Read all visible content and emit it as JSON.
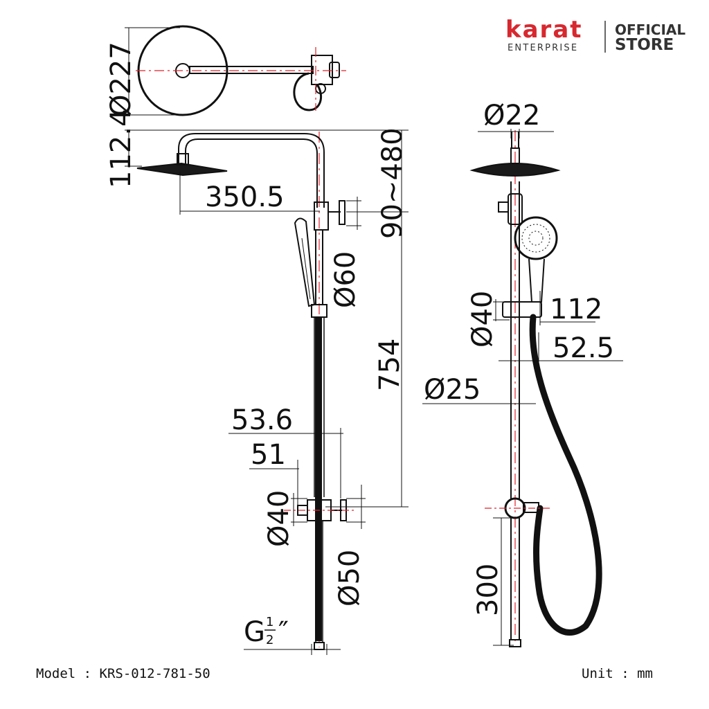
{
  "brand": {
    "name": "karat",
    "subtitle": "ENTERPRISE",
    "badge_line1": "OFFICIAL",
    "badge_line2": "STORE",
    "color": "#d7282f"
  },
  "footer": {
    "model": "Model : KRS-012-781-50",
    "unit": "Unit : mm"
  },
  "colors": {
    "line": "#111111",
    "centerline": "#e0202a"
  },
  "dimensions": {
    "head_diameter": "Ø227",
    "head_offset": "112.4",
    "arm_length": "350.5",
    "height_adjust": "90~480",
    "diverter_diameter": "Ø60",
    "rail_length": "754",
    "width_top": "53.6",
    "width_bottom": "51",
    "bracket_diameter": "Ø40",
    "valve_diameter": "Ø50",
    "thread": "G",
    "thread_num": "1",
    "thread_den": "2",
    "thread_mark": "″",
    "top_pipe_diameter": "Ø22",
    "holder_diameter": "Ø40",
    "holder_height": "112",
    "holder_offset": "52.5",
    "pipe_diameter": "Ø25",
    "bottom_length": "300"
  },
  "icons": [
    "rain-shower-head-icon",
    "hand-shower-icon",
    "diverter-valve-icon",
    "shower-hose-icon"
  ]
}
